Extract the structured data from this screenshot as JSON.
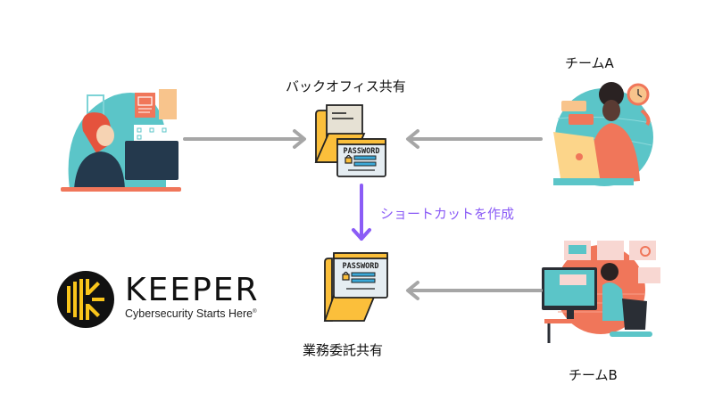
{
  "labels": {
    "back_office": "バックオフィス共有",
    "business_outsourcing": "業務委託共有",
    "team_a": "チームA",
    "team_b": "チームB",
    "shortcut": "ショートカットを作成"
  },
  "password_card": {
    "title": "PASSWORD"
  },
  "brand": {
    "name": "KEEPER",
    "tagline": "Cybersecurity Starts Here",
    "trademark": "®"
  },
  "colors": {
    "arrow_gray": "#a6a6a6",
    "arrow_purple": "#8b5cf6",
    "folder_yellow": "#fbbf3b",
    "logo_yellow": "#f9c51b",
    "teal": "#5bc5c8",
    "coral": "#f0765a"
  },
  "icons": {
    "folder_back_office": "password-folder-icon",
    "folder_outsourcing": "password-folder-icon",
    "person_left": "office-worker-illustration",
    "team_a": "remote-worker-illustration",
    "team_b": "developer-illustration",
    "logo": "keeper-logo-icon"
  }
}
